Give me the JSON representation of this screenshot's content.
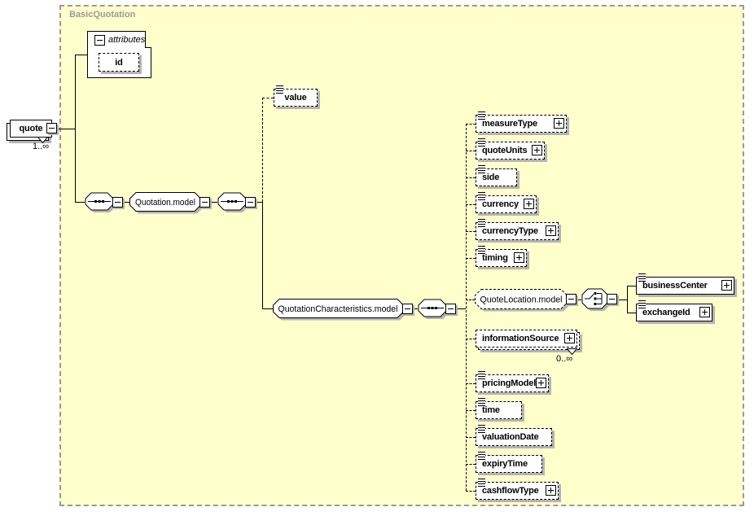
{
  "diagram": {
    "container": {
      "label": "BasicQuotation"
    },
    "root": {
      "label": "quote",
      "occurrence": "1..∞"
    },
    "attributes": {
      "label": "attributes",
      "id_attr": {
        "label": "id"
      }
    },
    "value": {
      "label": "value"
    },
    "quotation_model": {
      "label": "Quotation.model"
    },
    "characteristics_model": {
      "label": "QuotationCharacteristics.model"
    },
    "quote_location": {
      "label": "QuoteLocation.model",
      "children": [
        {
          "label": "businessCenter"
        },
        {
          "label": "exchangeId"
        }
      ]
    },
    "children": [
      {
        "label": "measureType"
      },
      {
        "label": "quoteUnits"
      },
      {
        "label": "side"
      },
      {
        "label": "currency"
      },
      {
        "label": "currencyType"
      },
      {
        "label": "timing"
      },
      {
        "label": "informationSource",
        "occurrence": "0..∞"
      },
      {
        "label": "pricingModel"
      },
      {
        "label": "time"
      },
      {
        "label": "valuationDate"
      },
      {
        "label": "expiryTime"
      },
      {
        "label": "cashflowType"
      }
    ],
    "colors": {
      "background": "#ffffcc",
      "frame_border": "#999999",
      "title": "#9a9a9a",
      "shadow": "#b4b4b4"
    }
  }
}
